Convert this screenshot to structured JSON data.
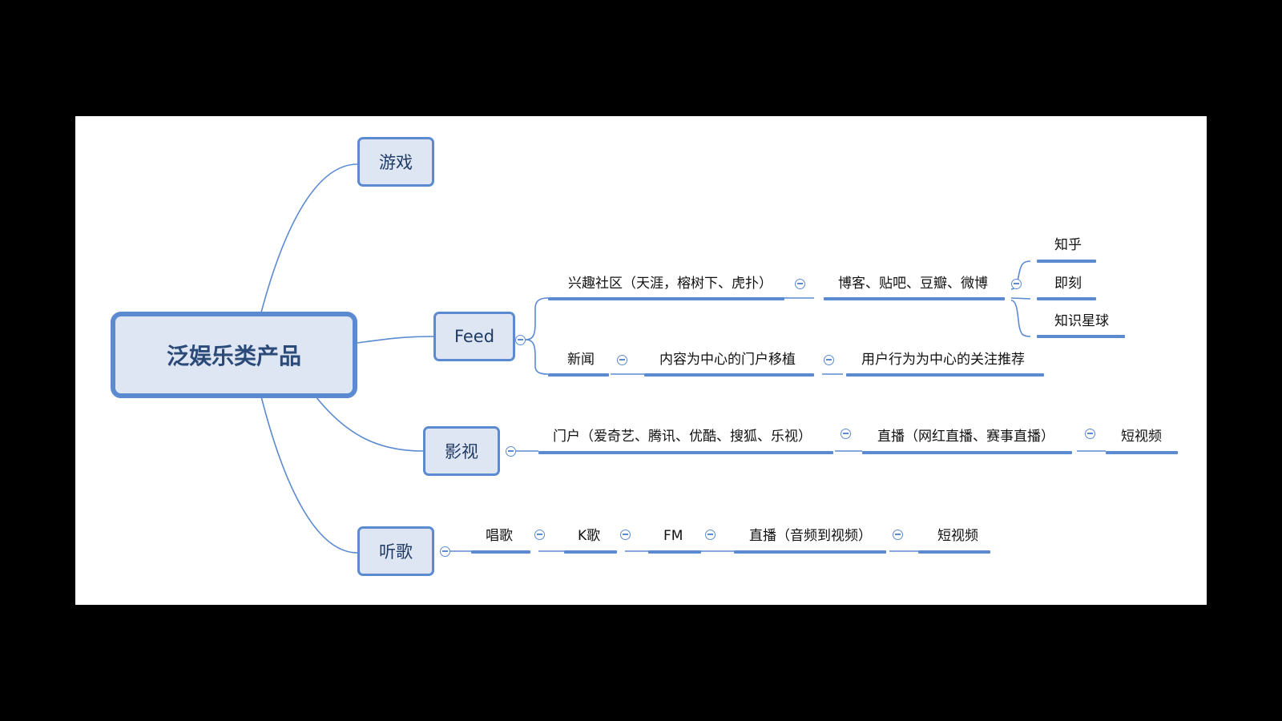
{
  "root": "泛娱乐类产品",
  "branches": {
    "games": "游戏",
    "feed": "Feed",
    "video": "影视",
    "music": "听歌"
  },
  "feed": {
    "community": "兴趣社区（天涯，榕树下、虎扑）",
    "blogs": "博客、贴吧、豆瓣、微博",
    "zhihu": "知乎",
    "jike": "即刻",
    "zsxq": "知识星球",
    "news": "新闻",
    "portal": "内容为中心的门户移植",
    "user_rec": "用户行为为中心的关注推荐"
  },
  "video": {
    "portal": "门户（爱奇艺、腾讯、优酷、搜狐、乐视）",
    "live": "直播（网红直播、赛事直播）",
    "short": "短视频"
  },
  "music": {
    "sing": "唱歌",
    "karaoke": "K歌",
    "fm": "FM",
    "live": "直播（音频到视频）",
    "short": "短视频"
  },
  "colors": {
    "line": "#5b8ad1",
    "node_fill": "#dfe6f3",
    "root_text": "#2a4a7a"
  }
}
